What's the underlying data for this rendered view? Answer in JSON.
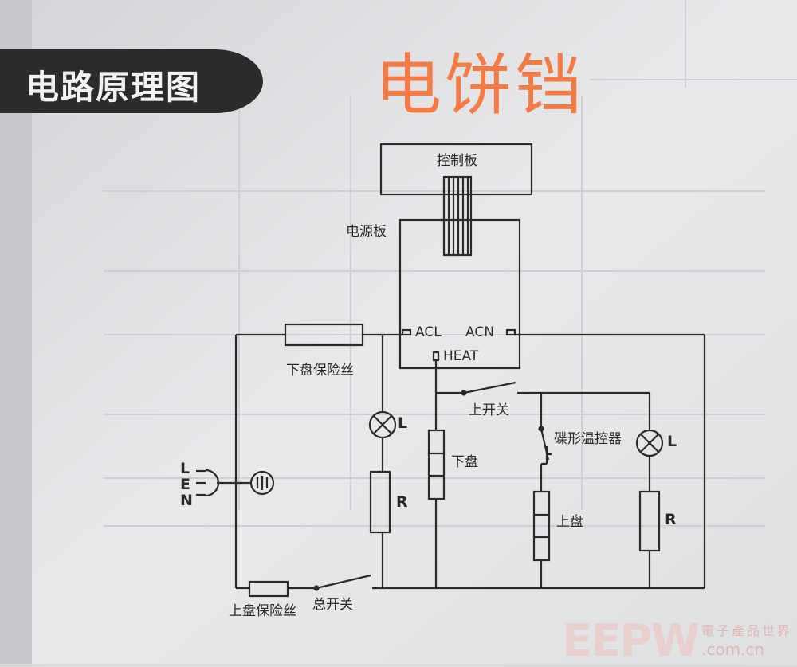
{
  "banner": {
    "text": "电路原理图"
  },
  "title": "电饼铛",
  "labels": {
    "control_board": "控制板",
    "power_board": "电源板",
    "acl": "ACL",
    "acn": "ACN",
    "heat": "HEAT",
    "lower_fuse": "下盘保险丝",
    "upper_switch": "上开关",
    "thermostat": "碟形温控器",
    "lamp_left": "L",
    "lamp_right": "L",
    "resistor_left": "R",
    "resistor_right": "R",
    "lower_plate": "下盘",
    "upper_plate": "上盘",
    "plug_l": "L",
    "plug_e": "E",
    "plug_n": "N",
    "upper_fuse": "上盘保险丝",
    "main_switch": "总开关"
  },
  "watermark": {
    "brand": "EEPW",
    "cn": "電子產品世界",
    "url": ".com.cn"
  },
  "colors": {
    "title": "#f47b45",
    "banner_bg": "#2b2b2b",
    "line": "#2a2a2a",
    "paper": "#e7e8ea"
  }
}
